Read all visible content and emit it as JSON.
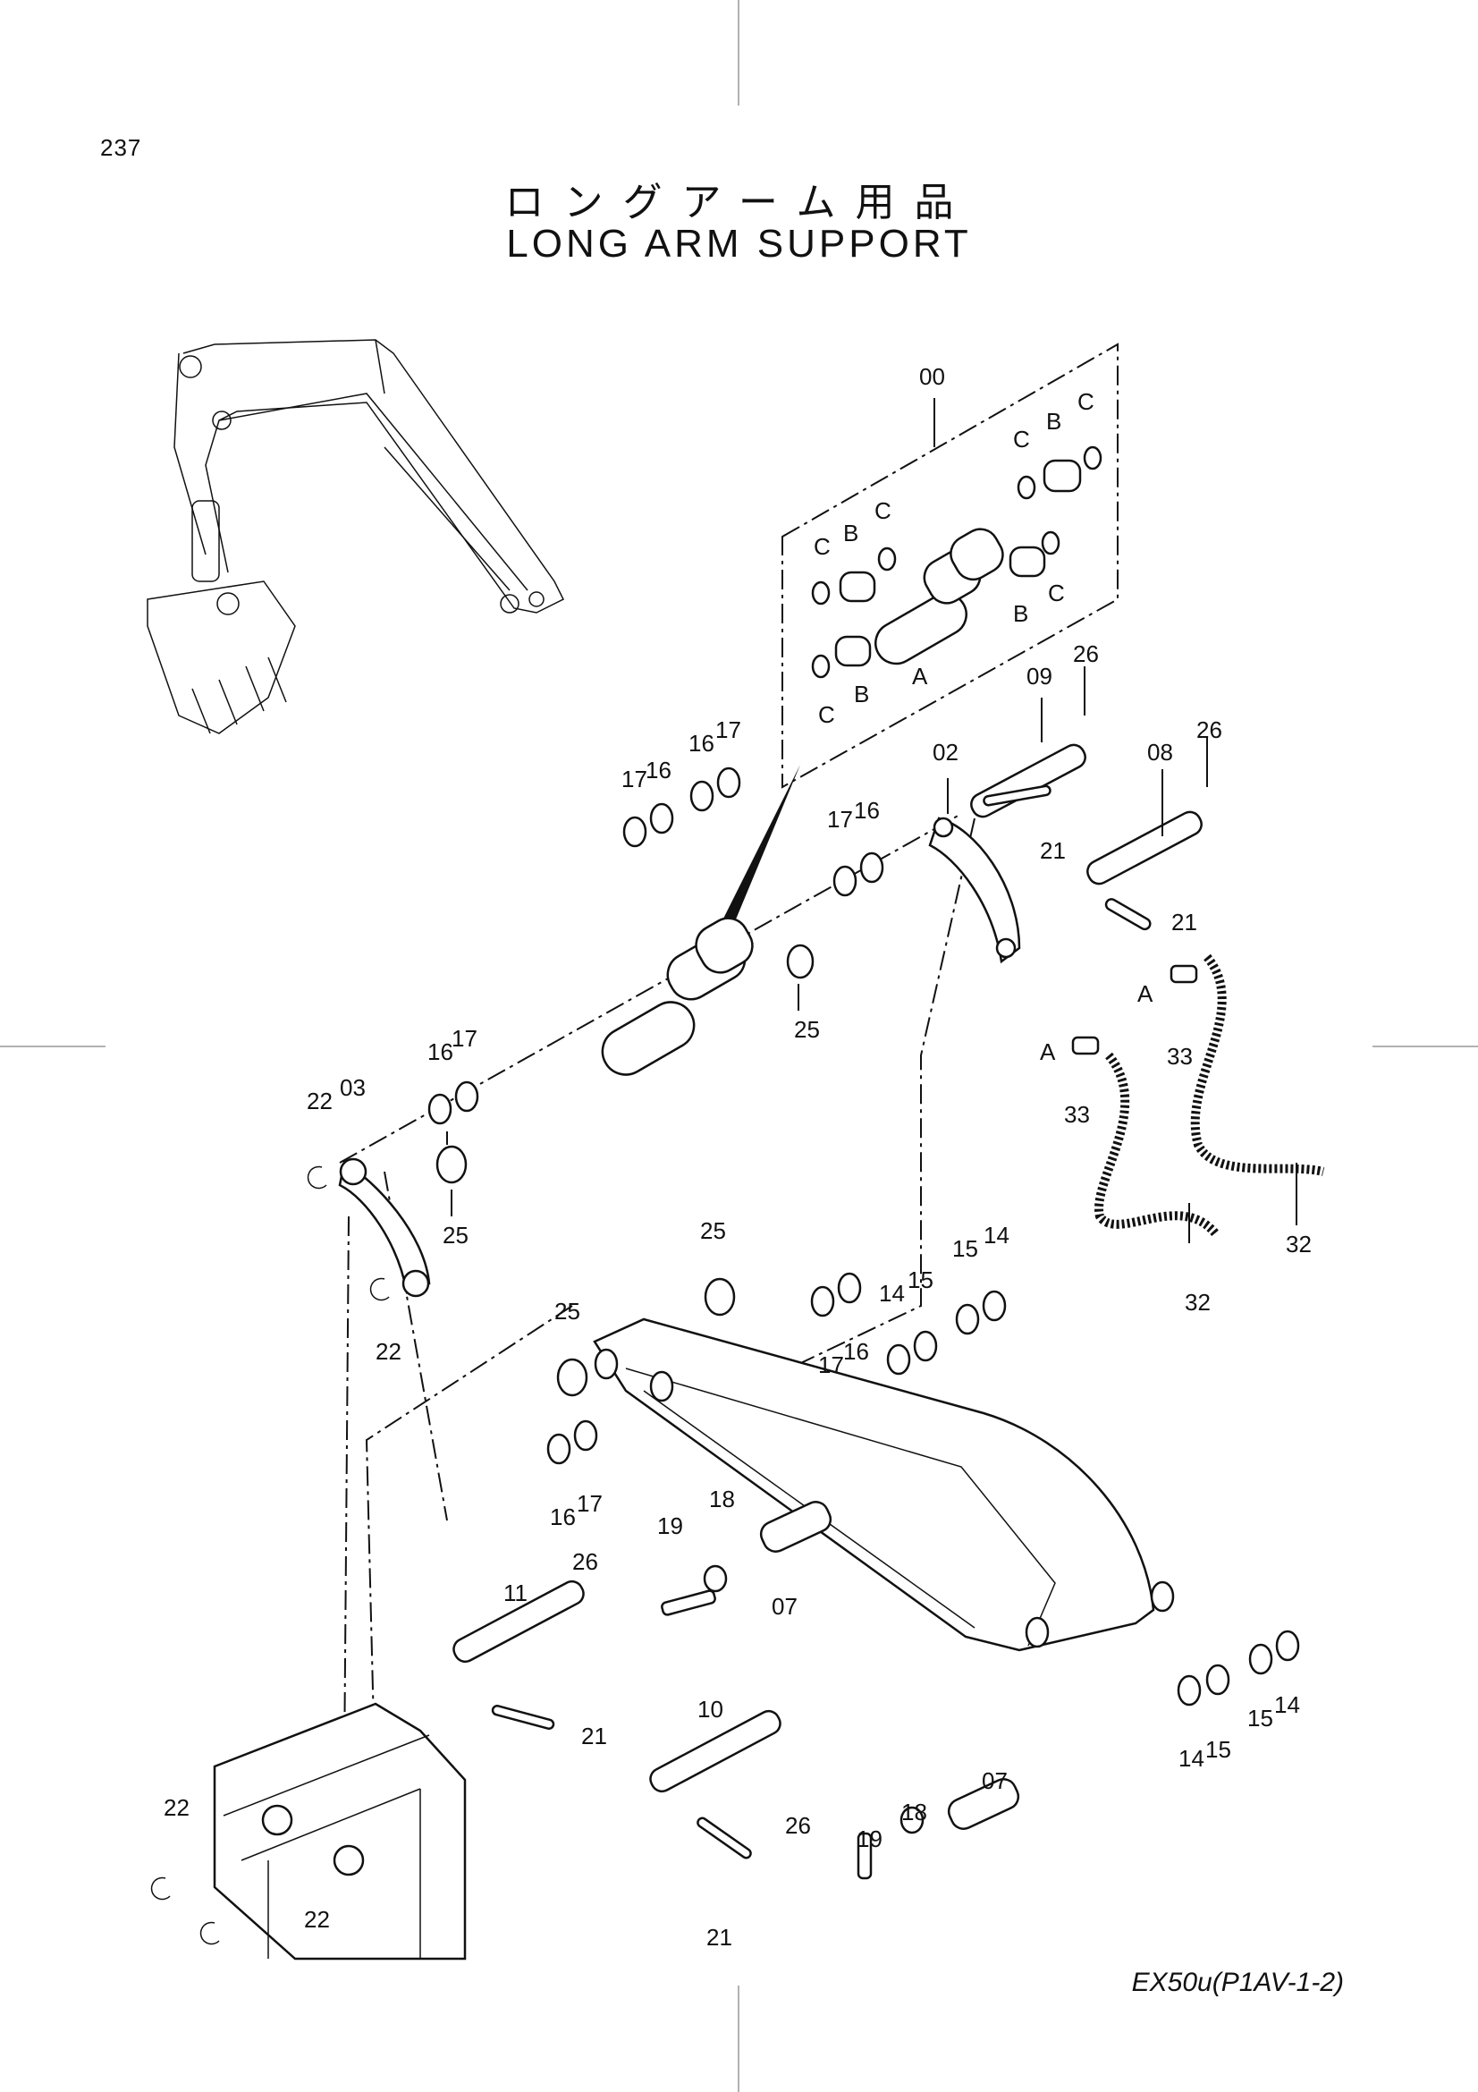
{
  "page_number": "237",
  "title_jp": "ロングアーム用品",
  "title_en": "LONG ARM SUPPORT",
  "model_code": "EX50u(P1AV-1-2)",
  "callouts": {
    "c00": "00",
    "c02": "02",
    "c03": "03",
    "c07a": "07",
    "c07b": "07",
    "c08": "08",
    "c09": "09",
    "c10": "10",
    "c11": "11",
    "c14a": "14",
    "c14b": "14",
    "c14c": "14",
    "c14d": "14",
    "c15a": "15",
    "c15b": "15",
    "c15c": "15",
    "c15d": "15",
    "c16a": "16",
    "c16b": "16",
    "c16c": "16",
    "c16d": "16",
    "c16e": "16",
    "c16f": "16",
    "c17a": "17",
    "c17b": "17",
    "c17c": "17",
    "c17d": "17",
    "c17e": "17",
    "c17f": "17",
    "c18a": "18",
    "c18b": "18",
    "c19a": "19",
    "c19b": "19",
    "c21a": "21",
    "c21b": "21",
    "c21c": "21",
    "c21d": "21",
    "c22a": "22",
    "c22b": "22",
    "c22c": "22",
    "c22d": "22",
    "c25a": "25",
    "c25b": "25",
    "c25c": "25",
    "c25d": "25",
    "c26a": "26",
    "c26b": "26",
    "c26c": "26",
    "c26d": "26",
    "c32a": "32",
    "c32b": "32",
    "c33a": "33",
    "c33b": "33",
    "cAa": "A",
    "cAb": "A",
    "cAc": "A",
    "cBa": "B",
    "cBb": "B",
    "cBc": "B",
    "cBd": "B",
    "cCa": "C",
    "cCb": "C",
    "cCc": "C",
    "cCd": "C",
    "cCe": "C",
    "cCf": "C"
  }
}
